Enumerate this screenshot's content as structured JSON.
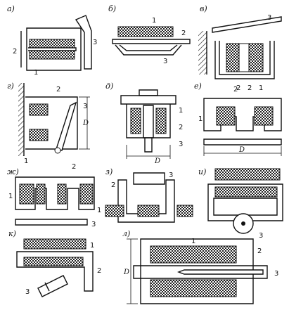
{
  "panels": {
    "a": {
      "label": "а)",
      "callouts": [
        "2",
        "3",
        "1"
      ]
    },
    "b": {
      "label": "б)",
      "callouts": [
        "1",
        "2",
        "3"
      ]
    },
    "v": {
      "label": "в)",
      "callouts": [
        "3",
        "2",
        "2",
        "1"
      ]
    },
    "g": {
      "label": "г)",
      "callouts": [
        "2",
        "3",
        "1"
      ],
      "dimension": "D"
    },
    "d": {
      "label": "д)",
      "callouts": [
        "1",
        "2",
        "3"
      ],
      "dimension": "D"
    },
    "e": {
      "label": "е)",
      "callouts": [
        "2",
        "1"
      ],
      "dimension": "D"
    },
    "zh": {
      "label": "ж)",
      "callouts": [
        "2",
        "1",
        "3"
      ]
    },
    "z": {
      "label": "з)",
      "callouts": [
        "2",
        "3",
        "1"
      ]
    },
    "i": {
      "label": "и)",
      "callouts": [
        "3"
      ]
    },
    "k": {
      "label": "к)",
      "callouts": [
        "1",
        "2",
        "3"
      ]
    },
    "l": {
      "label": "л)",
      "callouts": [
        "1",
        "2",
        "3"
      ],
      "dimension": "D"
    }
  }
}
